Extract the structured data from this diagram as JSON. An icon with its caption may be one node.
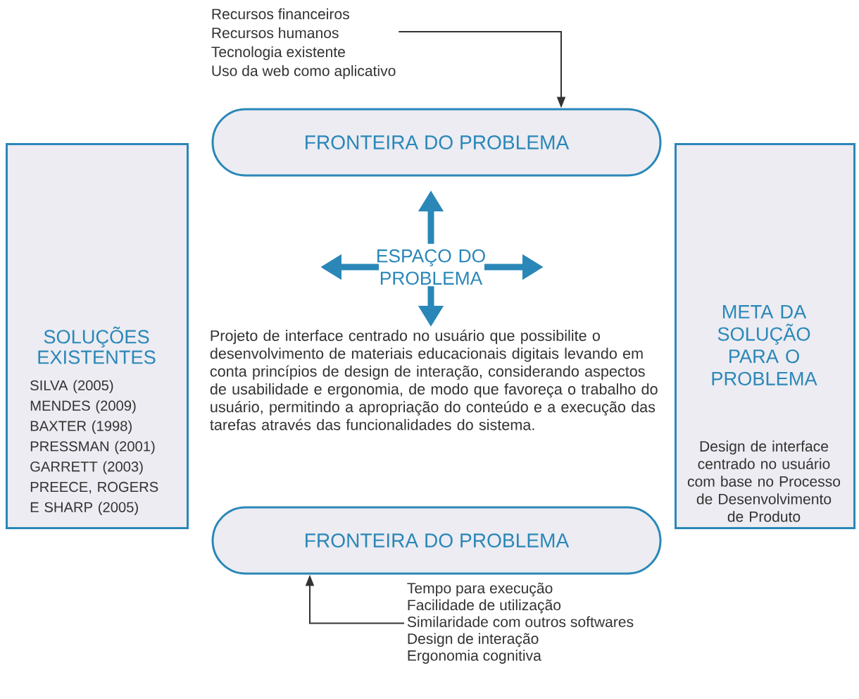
{
  "diagram": {
    "nodes": [
      {
        "text": [
          "Recursos financeiros",
          "Recursos humanos",
          "Tecnologia existente",
          "Uso da web como aplicativo"
        ]
      },
      {
        "text": [
          "FRONTEIRA DO PROBLEMA"
        ]
      },
      {
        "text": [
          "SOLUÇÕES EXISTENTES",
          "SILVA (2005)",
          "MENDES (2009)",
          "BAXTER (1998)",
          "PRESSMAN (2001)",
          "GARRETT (2003)",
          "PREECE, ROGERS E SHARP (2005)"
        ]
      },
      {
        "text": [
          "ESPAÇO DO PROBLEMA"
        ]
      },
      {
        "text": [
          "META DA SOLUÇÃO PARA O PROBLEMA",
          "Design de interface centrado no usuário com base no Processo de Desenvolvimento de Produto"
        ]
      },
      {
        "text": [
          "Projeto de interface centrado no usuário que possibilite o desenvolvimento de materiais educacionais digitais levando em conta princípios de design de interação, considerando aspectos de usabilidade e ergonomia, de modo que favoreça o trabalho do usuário, permitindo a apropriação do conteúdo e a execução das tarefas através das funcionalidades do sistema."
        ]
      },
      {
        "text": [
          "FRONTEIRA DO PROBLEMA"
        ]
      },
      {
        "text": [
          "Tempo para execução",
          "Facilidade de utilização",
          "Similaridade com outros softwares",
          "Design de interação",
          "Ergonomia cognitiva"
        ]
      }
    ],
    "edges": [
      {
        "from": 0,
        "to": 1,
        "arrow": "to"
      },
      {
        "from": 7,
        "to": 6,
        "arrow": "to"
      },
      {
        "from": 3,
        "to": 5,
        "arrow": "to",
        "style": "thick",
        "color": "#2a87b8"
      }
    ]
  }
}
